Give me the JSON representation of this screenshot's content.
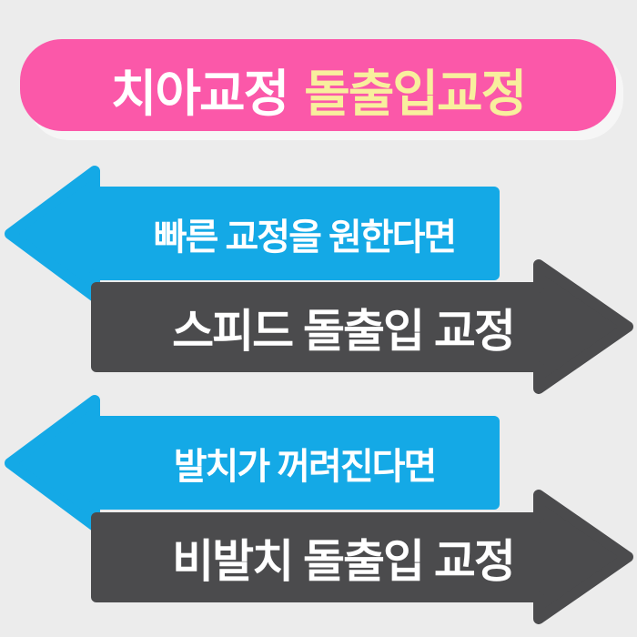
{
  "banner": {
    "title_white": "치아교정",
    "title_yellow": "돌출입교정"
  },
  "rows": [
    {
      "question": "빠른 교정을 원한다면",
      "answer": "스피드 돌출입 교정"
    },
    {
      "question": "발치가 꺼려진다면",
      "answer": "비발치 돌출입 교정"
    }
  ],
  "colors": {
    "background": "#ECECEC",
    "banner_pink": "#FB58A9",
    "banner_yellow_text": "#F8EF9D",
    "question_arrow_blue": "#14A9E6",
    "answer_arrow_dark": "#4B4B4D",
    "text_white": "#FFFFFF"
  }
}
